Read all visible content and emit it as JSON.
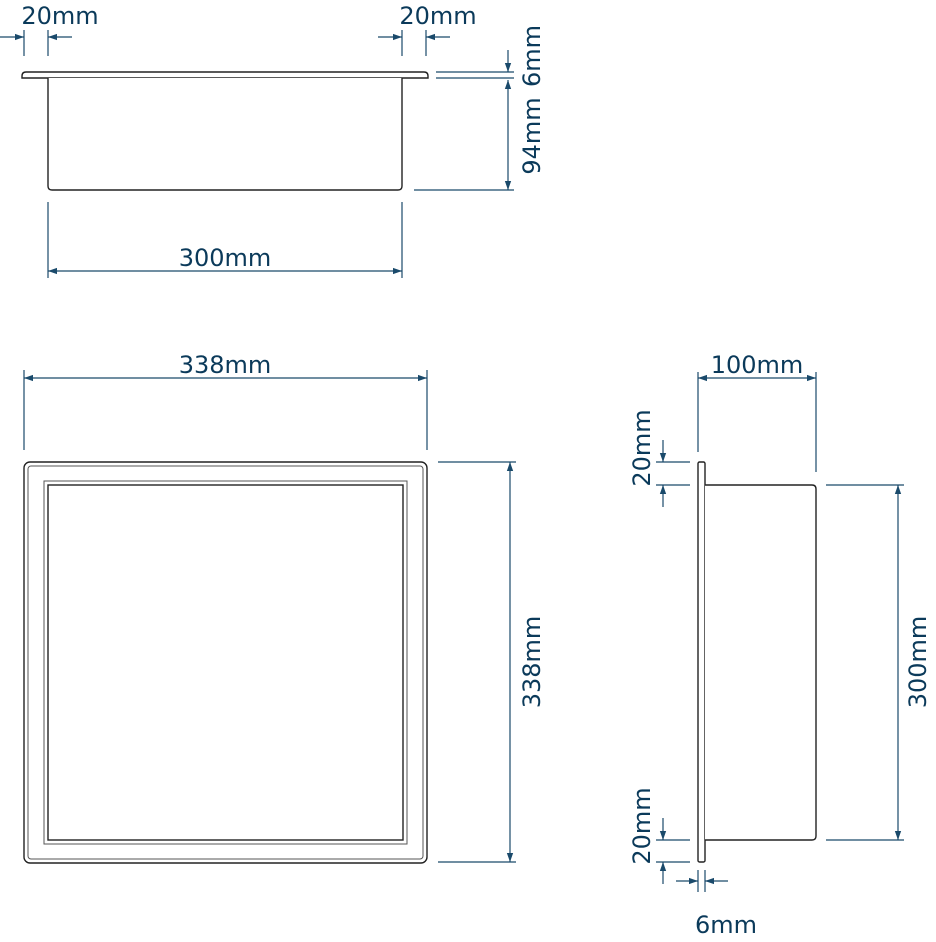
{
  "colors": {
    "dimension": "#1a4a6b",
    "label": "#0b3a5a",
    "outline": "#222222"
  },
  "top_view": {
    "left_flange": "20mm",
    "right_flange": "20mm",
    "flange_thickness": "6mm",
    "depth": "94mm",
    "inner_width": "300mm"
  },
  "front_view": {
    "outer_width": "338mm",
    "outer_height": "338mm"
  },
  "side_view": {
    "depth": "100mm",
    "top_flange": "20mm",
    "bottom_flange": "20mm",
    "inner_height": "300mm",
    "flange_thickness": "6mm"
  }
}
